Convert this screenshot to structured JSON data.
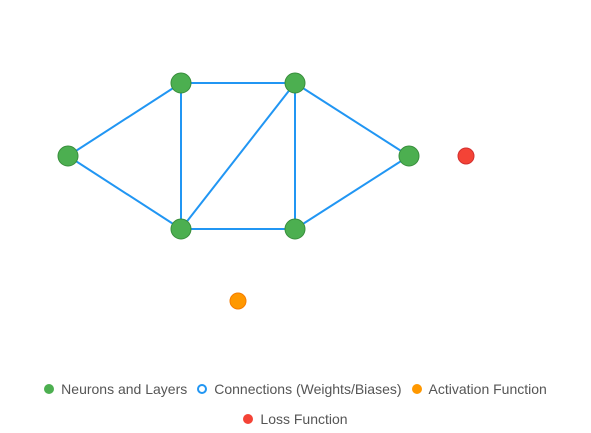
{
  "diagram": {
    "nodes": [
      {
        "id": "n1",
        "category": "neurons"
      },
      {
        "id": "n2",
        "category": "neurons"
      },
      {
        "id": "n3",
        "category": "neurons"
      },
      {
        "id": "n4",
        "category": "neurons"
      },
      {
        "id": "n5",
        "category": "neurons"
      },
      {
        "id": "n6",
        "category": "neurons"
      },
      {
        "id": "activation",
        "category": "activation"
      },
      {
        "id": "loss",
        "category": "loss"
      }
    ],
    "edges": [
      [
        "n1",
        "n2"
      ],
      [
        "n1",
        "n3"
      ],
      [
        "n2",
        "n3"
      ],
      [
        "n2",
        "n4"
      ],
      [
        "n3",
        "n4"
      ],
      [
        "n3",
        "n5"
      ],
      [
        "n4",
        "n5"
      ],
      [
        "n4",
        "n6"
      ],
      [
        "n5",
        "n6"
      ]
    ],
    "colors": {
      "neurons": "#4caf50",
      "neurons_stroke": "#388e3c",
      "connections": "#2196f3",
      "activation": "#ff9800",
      "activation_stroke": "#f57c00",
      "loss": "#f44336",
      "loss_stroke": "#d32f2f"
    }
  },
  "legend": {
    "items": [
      {
        "label": "Neurons and Layers",
        "color": "#4caf50",
        "style": "filled"
      },
      {
        "label": "Connections (Weights/Biases)",
        "color": "#2196f3",
        "style": "ring"
      },
      {
        "label": "Activation Function",
        "color": "#ff9800",
        "style": "filled"
      },
      {
        "label": "Loss Function",
        "color": "#f44336",
        "style": "filled"
      }
    ]
  }
}
